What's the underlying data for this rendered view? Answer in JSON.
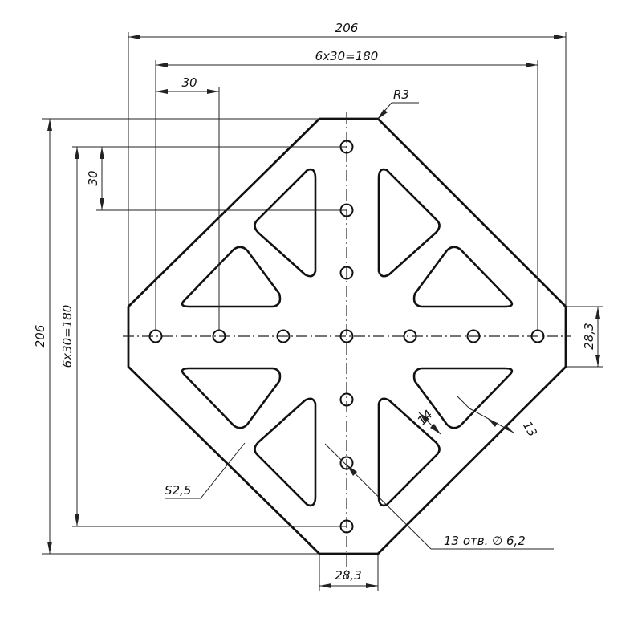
{
  "dimensions": {
    "overall_width": "206",
    "hole_span_horizontal": "6x30=180",
    "hole_pitch_horizontal": "30",
    "corner_radius": "R3",
    "overall_height": "206",
    "hole_span_vertical": "6x30=180",
    "hole_pitch_vertical": "30",
    "flat_right": "28,3",
    "flat_bottom": "28,3",
    "web_width": "14",
    "rim_width": "13",
    "thickness": "S2,5",
    "hole_callout": "13 отв. ∅ 6,2"
  }
}
